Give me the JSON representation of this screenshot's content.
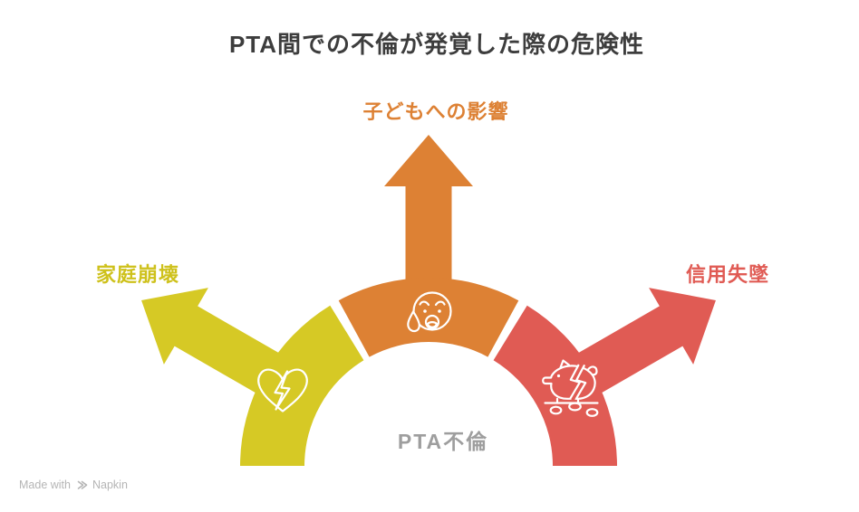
{
  "title": "PTA間での不倫が発覚した際の危険性",
  "colors": {
    "orange": "#DD8134",
    "yellow": "#D6C925",
    "red": "#E05B54",
    "title_text": "#3D3D3D",
    "center_text": "#9E9E9E",
    "footer_text": "#B5B5B5",
    "icon_stroke": "#FFFFFF"
  },
  "diagram": {
    "center_label": "PTA不倫",
    "branches": [
      {
        "id": "children-impact",
        "label": "子どもへの影響",
        "direction": "up",
        "color": "#DD8134",
        "icon": "crying-face-icon"
      },
      {
        "id": "family-collapse",
        "label": "家庭崩壊",
        "direction": "up-left",
        "color": "#D6C925",
        "icon": "broken-heart-icon"
      },
      {
        "id": "trust-loss",
        "label": "信用失墜",
        "direction": "up-right",
        "color": "#E05B54",
        "icon": "broken-piggy-bank-icon"
      }
    ]
  },
  "footer": {
    "made_with": "Made with",
    "brand": "Napkin"
  }
}
